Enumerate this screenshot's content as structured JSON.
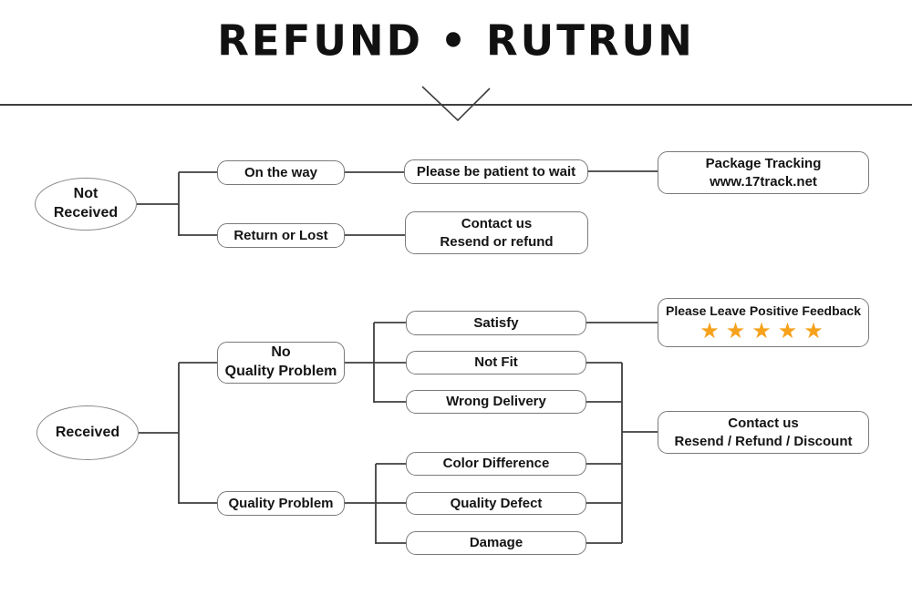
{
  "title": "REFUND • RUTRUN",
  "colors": {
    "star": "#F6A21D",
    "connector": "#3f3f3f",
    "node_border": "#7a7a7a",
    "text": "#141414"
  },
  "not_received_flow": {
    "source": {
      "line1": "Not",
      "line2": "Received"
    },
    "on_the_way": "On the way",
    "return_or_lost": "Return or Lost",
    "be_patient": "Please be patient to wait",
    "package_tracking": {
      "line1": "Package Tracking",
      "line2": "www.17track.net"
    },
    "contact_resend": {
      "line1": "Contact us",
      "line2": "Resend or refund"
    }
  },
  "received_flow": {
    "source": "Received",
    "no_quality_problem": {
      "line1": "No",
      "line2": "Quality Problem"
    },
    "quality_problem": "Quality Problem",
    "satisfy": "Satisfy",
    "not_fit": "Not Fit",
    "wrong_delivery": "Wrong Delivery",
    "color_difference": "Color Difference",
    "quality_defect": "Quality Defect",
    "damage": "Damage",
    "feedback": {
      "title": "Please Leave Positive Feedback",
      "stars": "★★★★★"
    },
    "contact_discount": {
      "line1": "Contact us",
      "line2": "Resend / Refund / Discount"
    }
  }
}
